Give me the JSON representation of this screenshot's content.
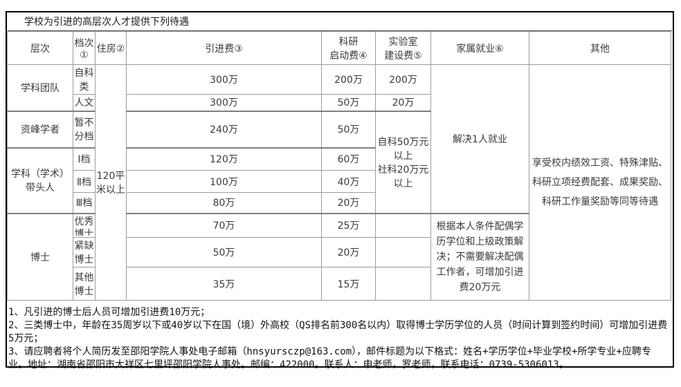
{
  "title": "学校为引进的高层次人才提供下列待遇",
  "table": {
    "headers": {
      "level": "层次",
      "grade": "档次①",
      "housing": "住房②",
      "intro": "引进费③",
      "research": "科研\n启动费④",
      "lab": "实验室\n建设费⑤",
      "family": "家属就业⑥",
      "other": "其他"
    },
    "levels": {
      "team": "学科团队",
      "zifeng": "资峰学者",
      "leader": "学科（学术）带头人",
      "doctor": "博士"
    },
    "housing_value": "120平\n米以上",
    "rows": [
      {
        "grade": "自科类",
        "intro": "300万",
        "research": "200万",
        "lab": "200万"
      },
      {
        "grade": "人文",
        "intro": "300万",
        "research": "50万",
        "lab": "20万"
      },
      {
        "grade": "暂不分档",
        "intro": "240万",
        "research": "50万"
      },
      {
        "grade": "Ⅰ档",
        "intro": "120万",
        "research": "60万"
      },
      {
        "grade": "Ⅱ档",
        "intro": "100万",
        "research": "40万"
      },
      {
        "grade": "Ⅲ档",
        "intro": "80万",
        "research": "20万"
      },
      {
        "grade": "优秀博士",
        "intro": "70万",
        "research": "25万",
        "lab": ""
      },
      {
        "grade": "紧缺博士",
        "intro": "50万",
        "research": "20万",
        "lab": ""
      },
      {
        "grade": "其他博士",
        "intro": "35万",
        "research": "15万",
        "lab": ""
      }
    ],
    "lab_merged": "自科50万元以上\n社科20万元以上",
    "family_merged_top": "解决1人就业",
    "family_merged_bottom": "根据本人条件配偶学历学位和上级政策解决；不需要解决配偶工作者，可增加引进费20万元",
    "other_merged": "享受校内绩效工资、特殊津贴、科研立项经费配套、成果奖励、科研工作量奖励等同等待遇"
  },
  "notes": [
    "1、凡引进的博士后人员可增加引进费10万元；",
    "2、三类博士中，年龄在35周岁以下或40岁以下在国（境）外高校（QS排名前300名以内）取得博士学历学位的人员（时间计算到签约时间）可增加引进费5万元；",
    "3、请应聘者将个人简历发至邵阳学院人事处电子邮箱（hnsyursczp@163.com），邮件标题为以下格式：姓名+学历学位+毕业学校+所学专业+应聘专业。地址：湖南省邵阳市大祥区七里坪邵阳学院人事处。邮编：422000。联系人：申老师，罗老师，联系电话：0739-5306013。"
  ]
}
